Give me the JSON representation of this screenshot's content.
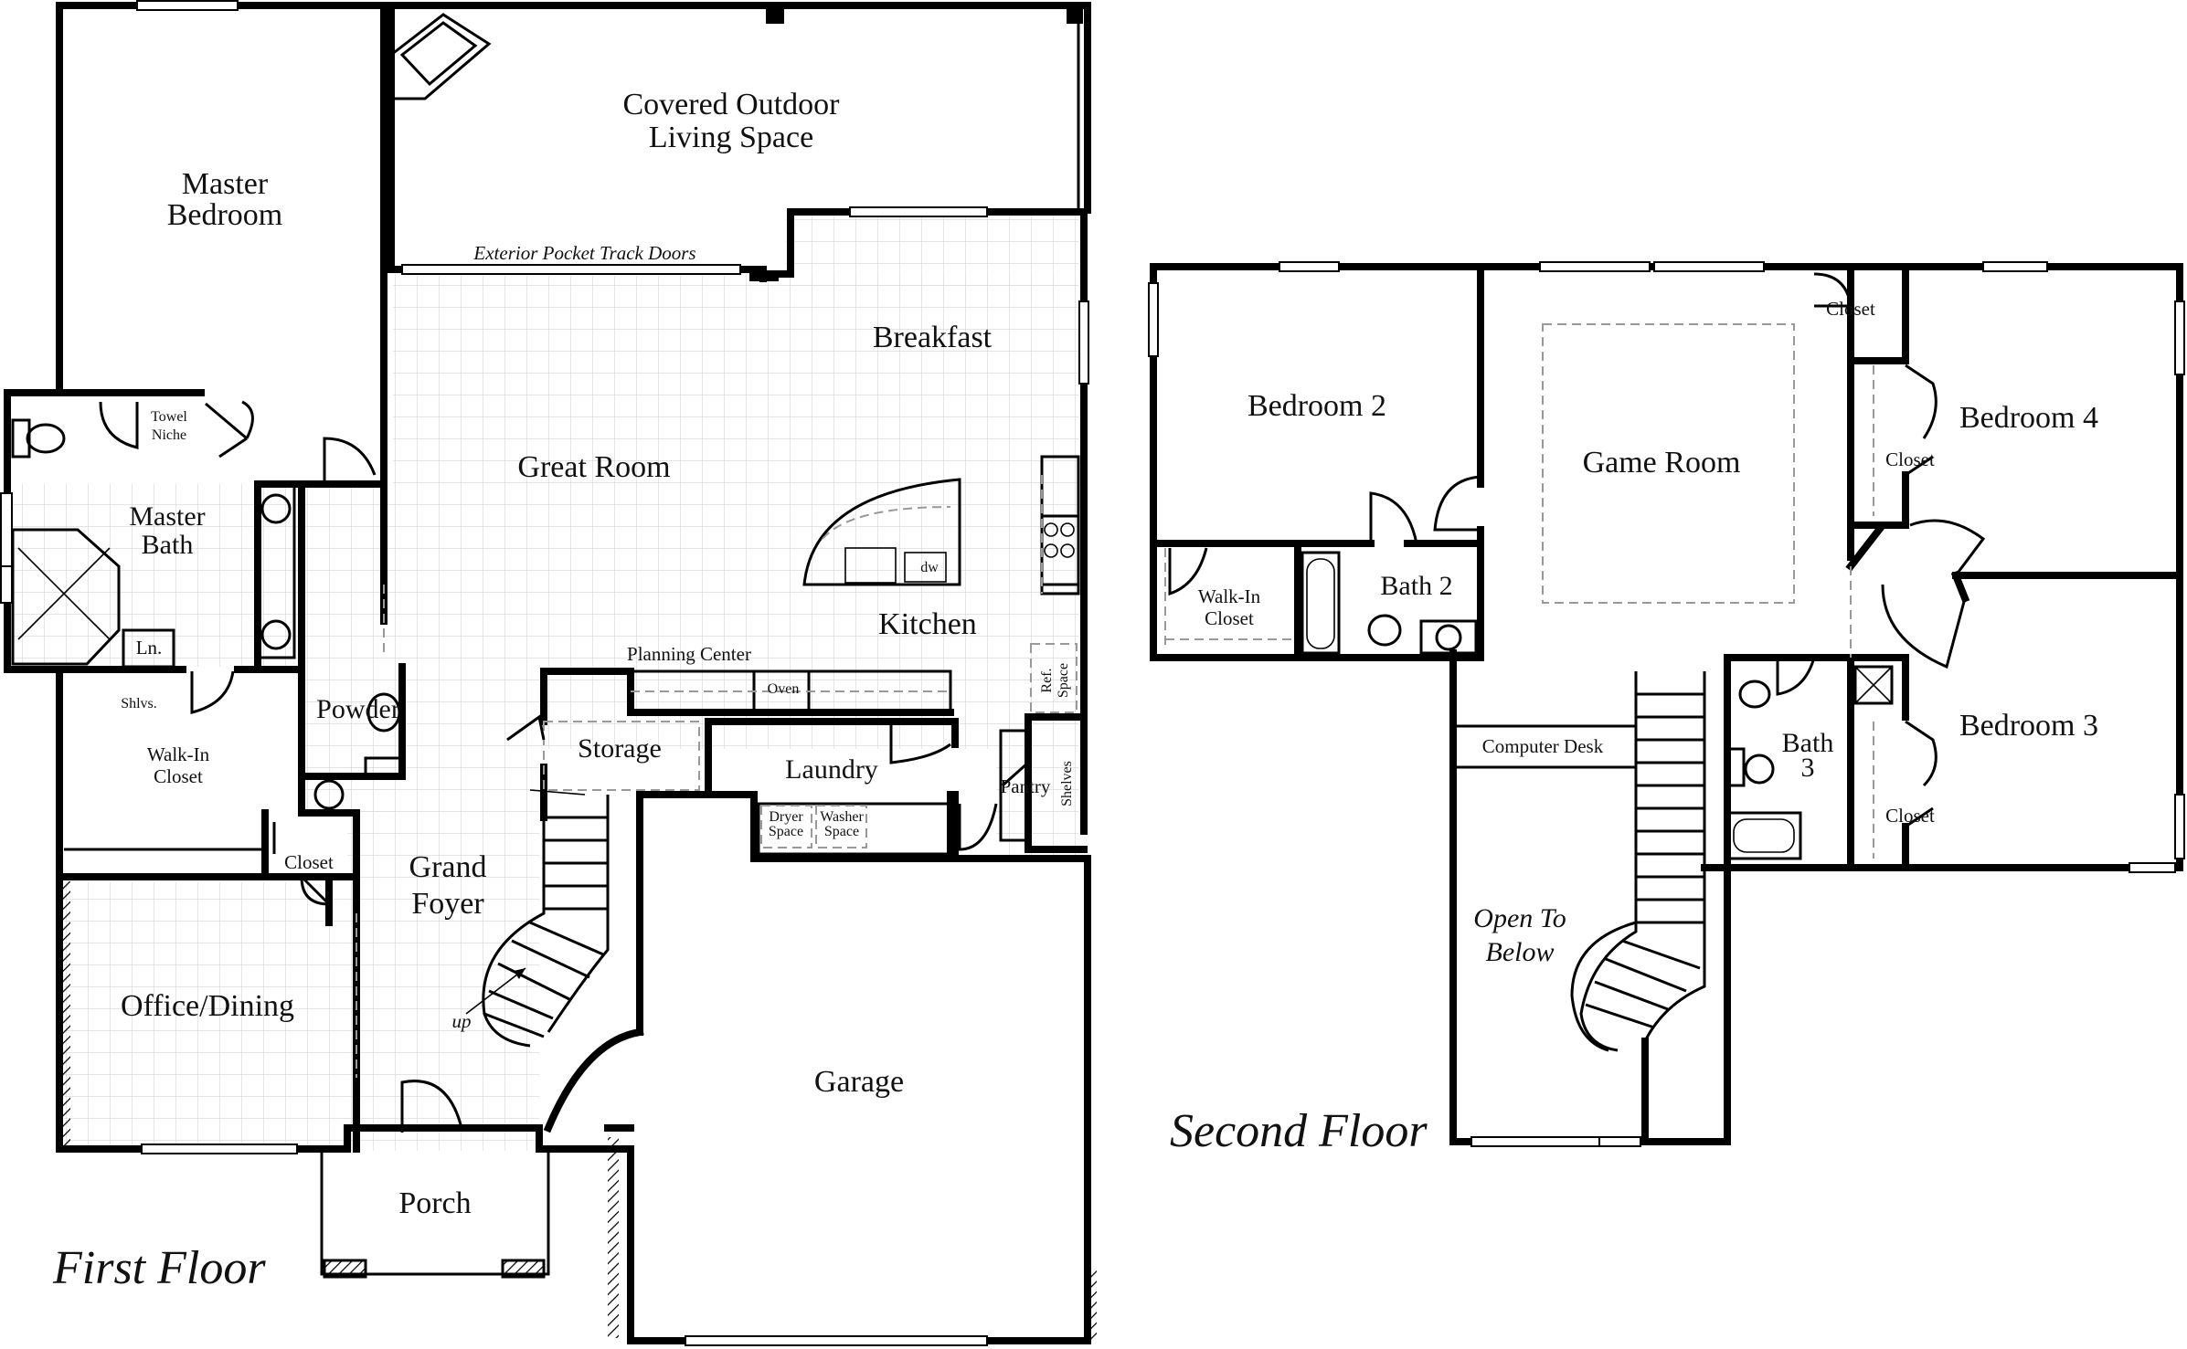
{
  "first_floor": {
    "title": "First Floor",
    "rooms": {
      "master_bedroom": [
        "Master",
        "Bedroom"
      ],
      "covered_outdoor": [
        "Covered Outdoor",
        "Living Space"
      ],
      "pocket_doors": "Exterior Pocket Track Doors",
      "breakfast": "Breakfast",
      "great_room": "Great Room",
      "towel_niche": [
        "Towel",
        "Niche"
      ],
      "master_bath": [
        "Master",
        "Bath"
      ],
      "linen": "Ln.",
      "shelves": "Shlvs.",
      "walkin_closet": [
        "Walk-In",
        "Closet"
      ],
      "powder": "Powder",
      "storage": "Storage",
      "planning_center": "Planning Center",
      "oven": "Oven",
      "kitchen": "Kitchen",
      "dishwasher": "dw",
      "ref_space": [
        "Ref.",
        "Space"
      ],
      "laundry": "Laundry",
      "dryer_space": [
        "Dryer",
        "Space"
      ],
      "washer_space": [
        "Washer",
        "Space"
      ],
      "pantry": "Pantry",
      "shelves_pantry": "Shelves",
      "closet": "Closet",
      "grand_foyer": [
        "Grand",
        "Foyer"
      ],
      "office_dining": "Office/Dining",
      "up": "up",
      "garage": "Garage",
      "porch": "Porch"
    }
  },
  "second_floor": {
    "title": "Second Floor",
    "rooms": {
      "bedroom2": "Bedroom 2",
      "game_room": "Game Room",
      "closet_top": "Closet",
      "bedroom4": "Bedroom 4",
      "closet_b4": "Closet",
      "walkin_closet": [
        "Walk-In",
        "Closet"
      ],
      "bath2": "Bath 2",
      "computer_desk": "Computer Desk",
      "bath3": [
        "Bath",
        "3"
      ],
      "bedroom3": "Bedroom 3",
      "closet_b3": "Closet",
      "open_to_below": [
        "Open To",
        "Below"
      ]
    }
  },
  "colors": {
    "wall": "#000000",
    "grid": "#d4d4d4",
    "background": "#ffffff"
  }
}
